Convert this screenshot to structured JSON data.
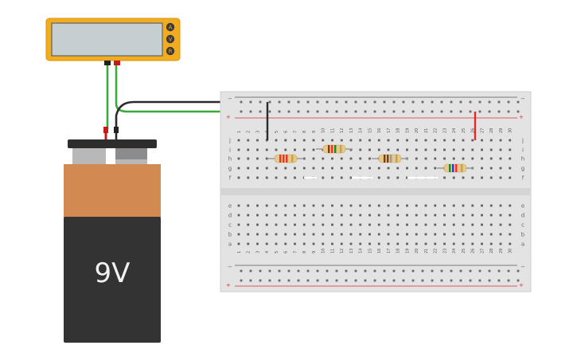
{
  "battery": {
    "label": "9V",
    "body_color": "#333333",
    "cap_color": "#d18a4f"
  },
  "multimeter": {
    "modes": [
      "A",
      "V",
      "R"
    ],
    "active_mode": "V",
    "body_color": "#f2ac1f",
    "screen_color": "#c5cfd1"
  },
  "breadboard": {
    "columns": 30,
    "top_rows": [
      "j",
      "i",
      "h",
      "g",
      "f"
    ],
    "bottom_rows": [
      "e",
      "d",
      "c",
      "b",
      "a"
    ],
    "rail_minus": "−",
    "rail_plus": "+"
  },
  "resistors": [
    {
      "name": "resistor-1",
      "bands": [
        "#ff2a2a",
        "#ff2a2a",
        "#ff2a2a",
        "#c8a24a"
      ]
    },
    {
      "name": "resistor-2",
      "bands": [
        "#7a3d1a",
        "#ff2a2a",
        "#1a8a1a",
        "#c8a24a"
      ]
    },
    {
      "name": "resistor-3",
      "bands": [
        "#7a3d1a",
        "#7a3d1a",
        "#9a9a9a",
        "#c8a24a"
      ]
    },
    {
      "name": "resistor-4",
      "bands": [
        "#1a8a1a",
        "#2a3ad0",
        "#ff2a2a",
        "#c8a24a"
      ]
    }
  ],
  "wires": {
    "black": "#2b2b2b",
    "green": "#3aac3a",
    "red": "#e02a2a"
  }
}
